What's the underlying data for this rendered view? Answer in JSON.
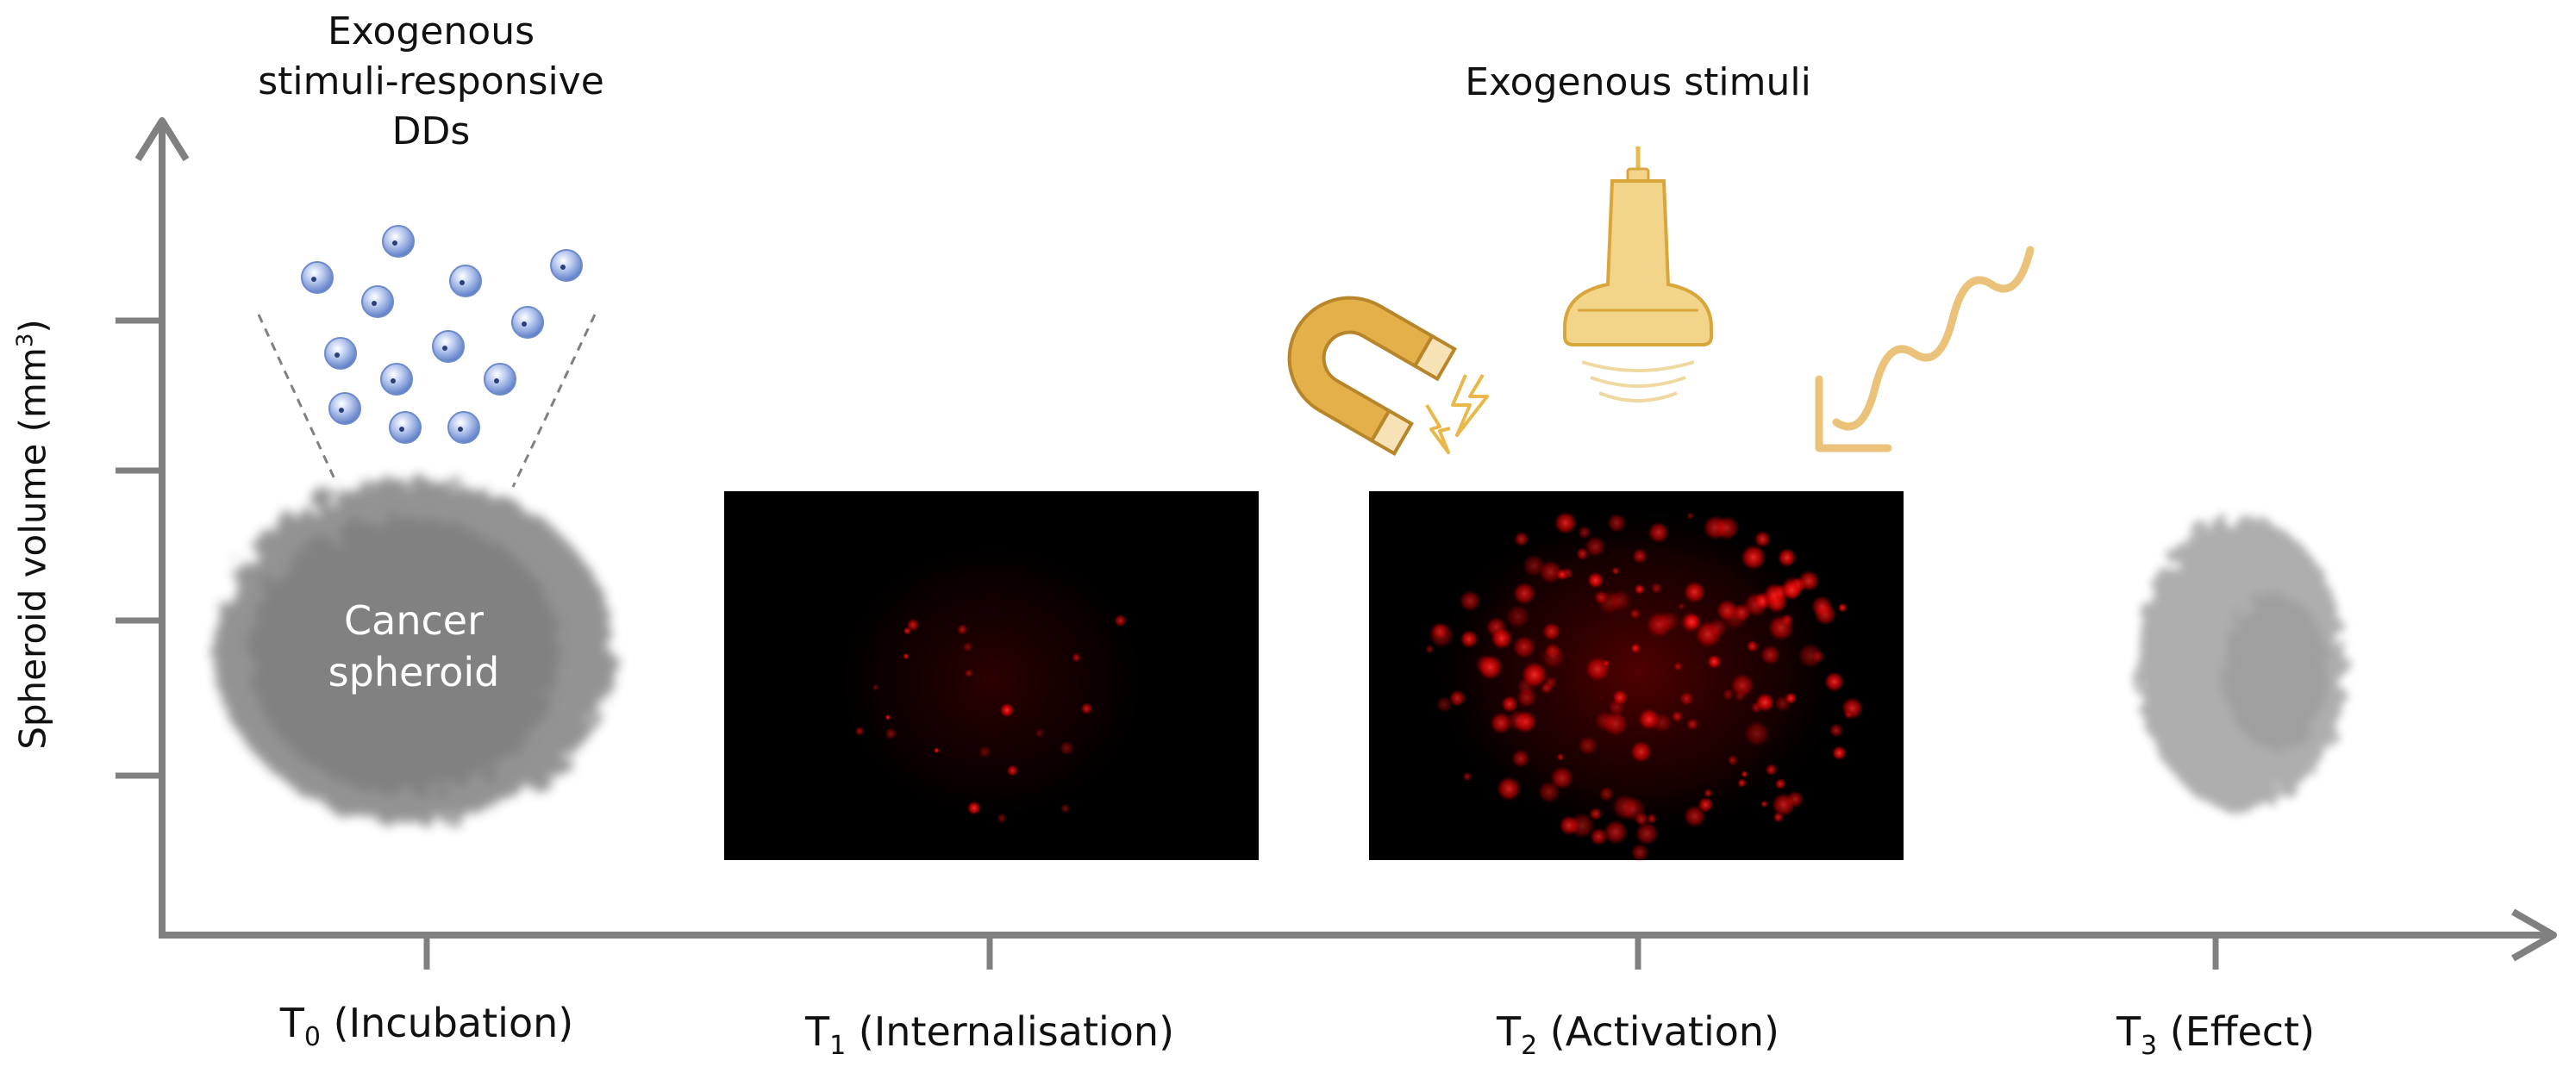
{
  "title_left": [
    "Exogenous",
    "stimuli-responsive",
    "DDs"
  ],
  "title_right": "Exogenous stimuli",
  "spheroid_label": [
    "Cancer",
    "spheroid"
  ],
  "y_axis": {
    "main": "Spheroid volume (mm",
    "sup": "3",
    "close": ")"
  },
  "timepoints": [
    {
      "T": "T",
      "sub": "0",
      "text": " (Incubation)"
    },
    {
      "T": "T",
      "sub": "1",
      "text": " (Internalisation)"
    },
    {
      "T": "T",
      "sub": "2",
      "text": " (Activation)"
    },
    {
      "T": "T",
      "sub": "3",
      "text": " (Effect)"
    }
  ],
  "stimulus_icons": [
    "magnet-icon",
    "ultrasound-probe-icon",
    "light-wave-icon"
  ],
  "colors": {
    "axis": "#808080",
    "icon": "#e8b94a",
    "particle": "#8aa8e0",
    "fluorescence": "#ff1a1a",
    "spheroid": "#8e8e8e"
  }
}
